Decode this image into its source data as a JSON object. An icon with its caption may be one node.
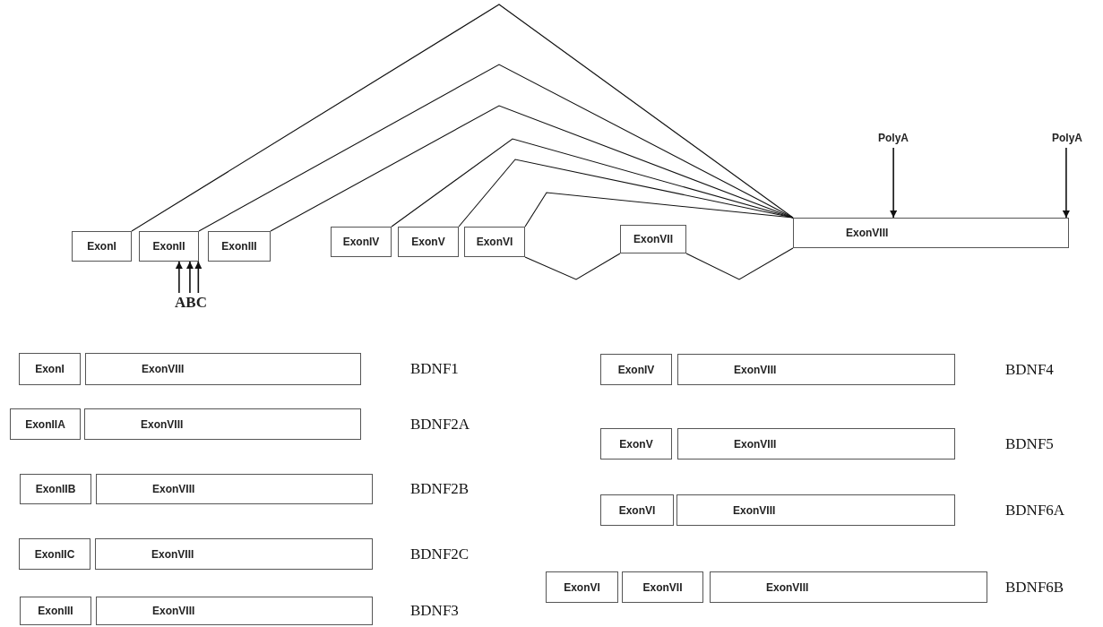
{
  "diagram": {
    "nodes": [
      {
        "text": [
          "ExonI"
        ]
      },
      {
        "text": [
          "ExonII"
        ]
      },
      {
        "text": [
          "ExonIII"
        ]
      },
      {
        "text": [
          "ExonIV"
        ]
      },
      {
        "text": [
          "ExonV"
        ]
      },
      {
        "text": [
          "ExonVI"
        ]
      },
      {
        "text": [
          "ExonVII"
        ]
      },
      {
        "text": [
          "ExonVIII"
        ]
      },
      {
        "text": [
          "PolyA"
        ]
      },
      {
        "text": [
          "PolyA"
        ]
      },
      {
        "text": [
          "ABC"
        ]
      },
      {
        "text": [
          "ExonI"
        ]
      },
      {
        "text": [
          "ExonVIII"
        ],
        "beside": [
          "BDNF1"
        ]
      },
      {
        "text": [
          "ExonIIA"
        ]
      },
      {
        "text": [
          "ExonVIII"
        ],
        "beside": [
          "BDNF2A"
        ]
      },
      {
        "text": [
          "ExonIIB"
        ]
      },
      {
        "text": [
          "ExonVIII"
        ],
        "beside": [
          "BDNF2B"
        ]
      },
      {
        "text": [
          "ExonIIC"
        ]
      },
      {
        "text": [
          "ExonVIII"
        ],
        "beside": [
          "BDNF2C"
        ]
      },
      {
        "text": [
          "ExonIII"
        ]
      },
      {
        "text": [
          "ExonVIII"
        ],
        "beside": [
          "BDNF3"
        ]
      },
      {
        "text": [
          "ExonIV"
        ]
      },
      {
        "text": [
          "ExonVIII"
        ],
        "beside": [
          "BDNF4"
        ]
      },
      {
        "text": [
          "ExonV"
        ]
      },
      {
        "text": [
          "ExonVIII"
        ],
        "beside": [
          "BDNF5"
        ]
      },
      {
        "text": [
          "ExonVI"
        ]
      },
      {
        "text": [
          "ExonVIII"
        ],
        "beside": [
          "BDNF6A"
        ]
      },
      {
        "text": [
          "ExonVI"
        ]
      },
      {
        "text": [
          "ExonVII"
        ]
      },
      {
        "text": [
          "ExonVIII"
        ],
        "beside": [
          "BDNF6B"
        ]
      }
    ],
    "edges": [
      {
        "from": 0,
        "to": 7,
        "arrow": "none"
      },
      {
        "from": 1,
        "to": 7,
        "arrow": "none"
      },
      {
        "from": 2,
        "to": 7,
        "arrow": "none"
      },
      {
        "from": 3,
        "to": 7,
        "arrow": "none"
      },
      {
        "from": 4,
        "to": 7,
        "arrow": "none"
      },
      {
        "from": 5,
        "to": 7,
        "arrow": "none"
      },
      {
        "from": 5,
        "to": 6,
        "arrow": "none"
      },
      {
        "from": 6,
        "to": 7,
        "arrow": "none"
      },
      {
        "from": 8,
        "to": 7,
        "arrow": "to"
      },
      {
        "from": 9,
        "to": 7,
        "arrow": "to"
      },
      {
        "from": 10,
        "to": 1,
        "arrow": "to"
      },
      {
        "from": 10,
        "to": 1,
        "arrow": "to"
      },
      {
        "from": 10,
        "to": 1,
        "arrow": "to"
      }
    ]
  }
}
